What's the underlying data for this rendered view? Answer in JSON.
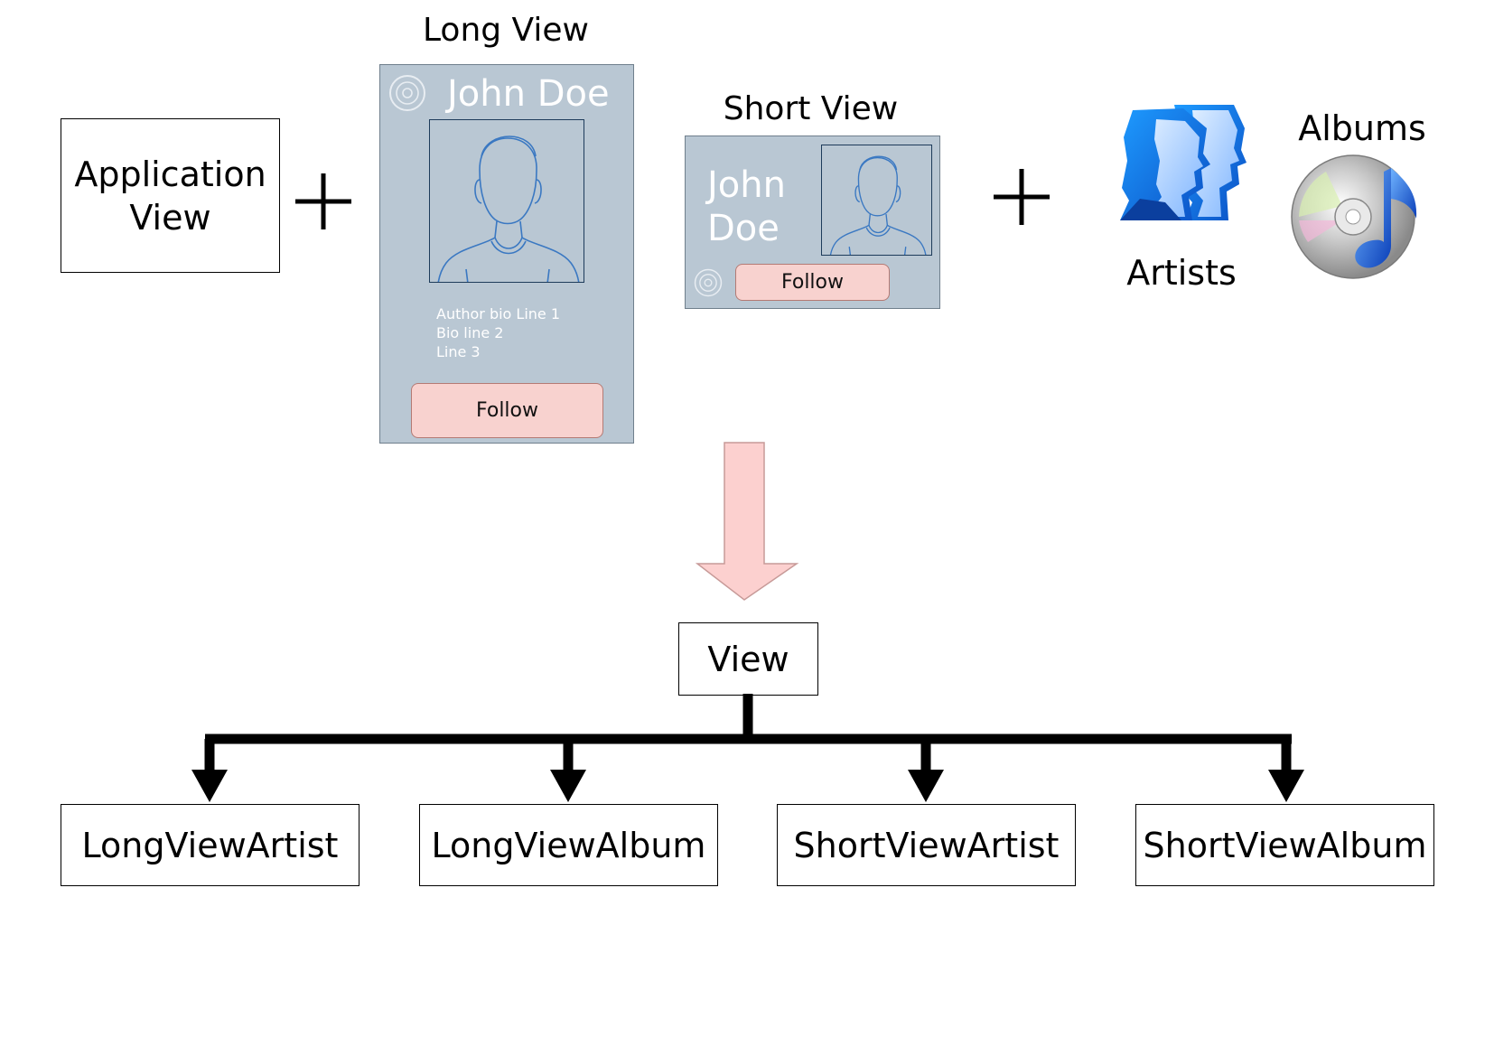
{
  "top": {
    "application_view": "Application\nView",
    "long_view_label": "Long View",
    "short_view_label": "Short View",
    "artists_label": "Artists",
    "albums_label": "Albums",
    "long_card": {
      "name": "John Doe",
      "bio": [
        "Author bio Line 1",
        "Bio line 2",
        "Line 3"
      ],
      "follow": "Follow"
    },
    "short_card": {
      "name_line1": "John",
      "name_line2": "Doe",
      "follow": "Follow"
    }
  },
  "hierarchy": {
    "root": "View",
    "children": [
      "LongViewArtist",
      "LongViewAlbum",
      "ShortViewArtist",
      "ShortViewAlbum"
    ]
  },
  "colors": {
    "card_bg": "#b9c7d3",
    "follow_bg": "#f8d2cf",
    "arrow_fill": "#fcd0cf",
    "arrow_stroke": "#c79a98"
  },
  "icons": [
    "disc-icon",
    "person-outline-icon",
    "artists-icon",
    "albums-cd-icon",
    "plus-icon",
    "down-arrow-icon"
  ]
}
